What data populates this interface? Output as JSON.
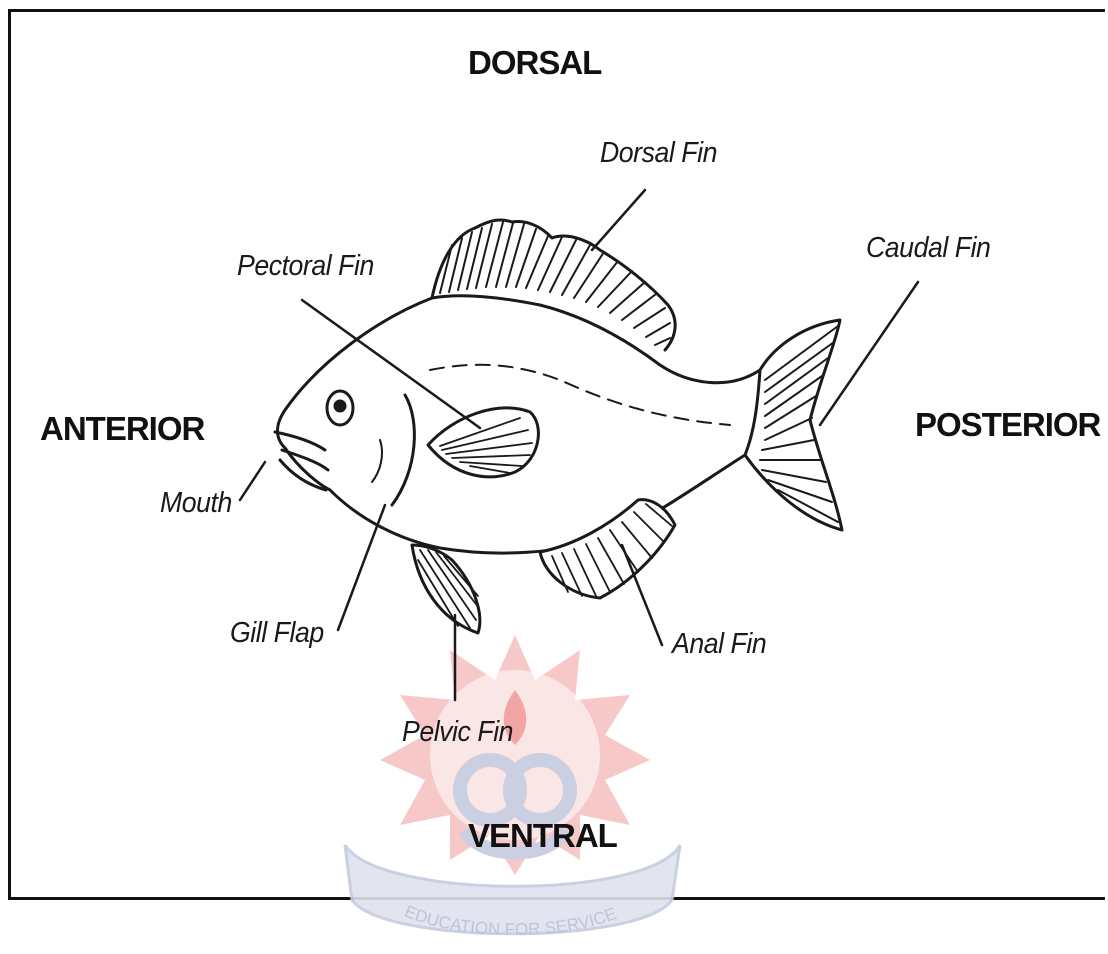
{
  "directions": {
    "dorsal": "DORSAL",
    "ventral": "VENTRAL",
    "anterior": "ANTERIOR",
    "posterior": "POSTERIOR"
  },
  "labels": {
    "dorsal_fin": "Dorsal Fin",
    "caudal_fin": "Caudal Fin",
    "pectoral_fin": "Pectoral Fin",
    "mouth": "Mouth",
    "gill_flap": "Gill Flap",
    "pelvic_fin": "Pelvic Fin",
    "anal_fin": "Anal Fin"
  },
  "watermark": {
    "motto": "EDUCATION FOR SERVICE"
  },
  "colors": {
    "outline": "#1a1a1a",
    "watermark_red": "#f4b9b9",
    "watermark_blue": "#c9cde0"
  }
}
